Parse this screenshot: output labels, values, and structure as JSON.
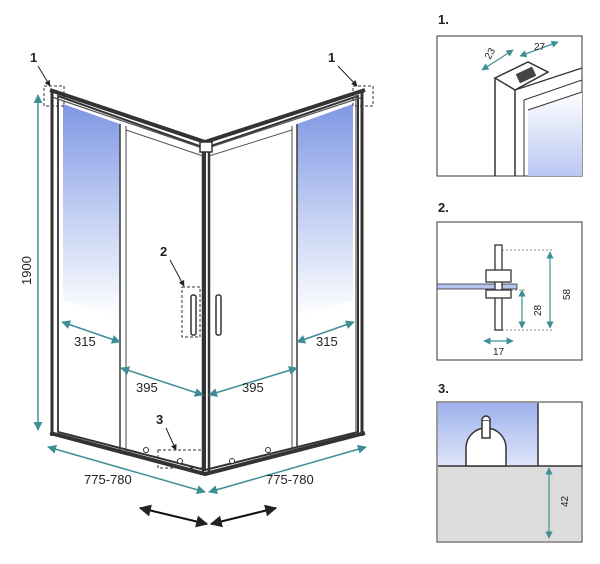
{
  "main": {
    "callouts": [
      "1",
      "1",
      "2",
      "3"
    ],
    "height_label": "1900",
    "left_fixed_width": "315",
    "right_fixed_width": "315",
    "left_door_width": "395",
    "right_door_width": "395",
    "left_side_range": "775-780",
    "right_side_range": "775-780"
  },
  "details": [
    {
      "number": "1.",
      "dim_a": "23",
      "dim_b": "27"
    },
    {
      "number": "2.",
      "dim_a": "58",
      "dim_b": "28",
      "dim_c": "17"
    },
    {
      "number": "3.",
      "dim_a": "42"
    }
  ],
  "colors": {
    "accent": "#3e8f95",
    "glass_blue": "#8fa5e6",
    "frame": "#333333",
    "base_grey": "#dcdcdc"
  }
}
